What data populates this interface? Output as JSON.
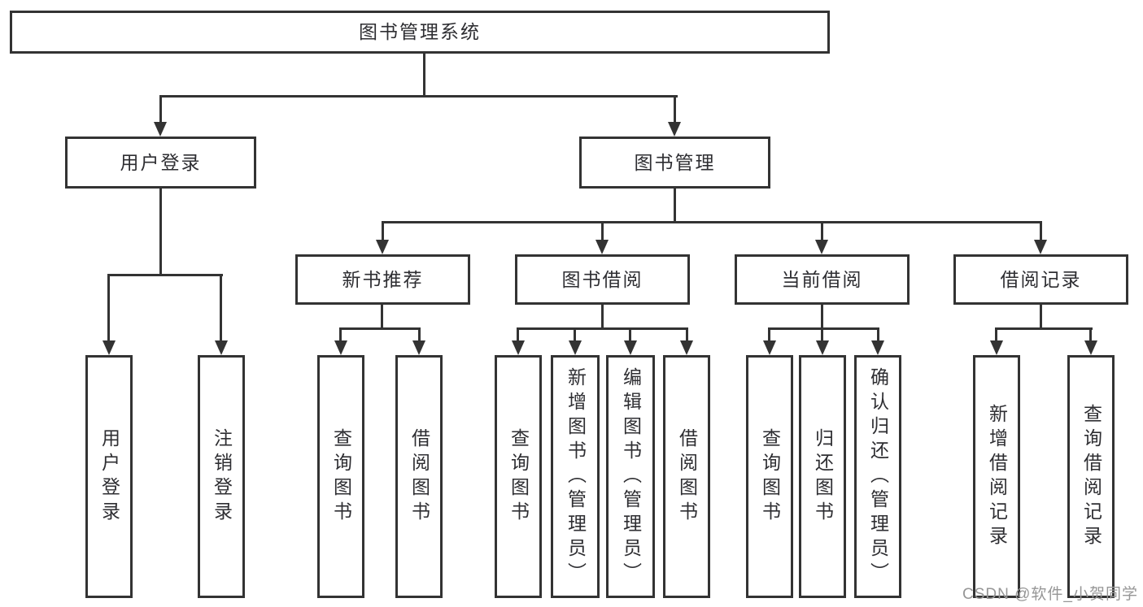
{
  "colors": {
    "background": "#ffffff",
    "line": "#333333",
    "box_border": "#333333",
    "text": "#2e2e32",
    "watermark": "#969696"
  },
  "watermark": {
    "text": "CSDN @软件_小贺同学"
  },
  "diagram": {
    "title": "图书管理系统",
    "nodes": [
      {
        "id": "root",
        "label": "图书管理系统",
        "orientation": "horizontal",
        "parent": null
      },
      {
        "id": "user-login",
        "label": "用户登录",
        "orientation": "horizontal",
        "parent": "root"
      },
      {
        "id": "book-mgmt",
        "label": "图书管理",
        "orientation": "horizontal",
        "parent": "root"
      },
      {
        "id": "new-book-rec",
        "label": "新书推荐",
        "orientation": "horizontal",
        "parent": "book-mgmt"
      },
      {
        "id": "book-borrow",
        "label": "图书借阅",
        "orientation": "horizontal",
        "parent": "book-mgmt"
      },
      {
        "id": "current-borrow",
        "label": "当前借阅",
        "orientation": "horizontal",
        "parent": "book-mgmt"
      },
      {
        "id": "borrow-records",
        "label": "借阅记录",
        "orientation": "horizontal",
        "parent": "book-mgmt"
      },
      {
        "id": "login",
        "label": "用户登录",
        "orientation": "vertical",
        "parent": "user-login"
      },
      {
        "id": "logout",
        "label": "注销登录",
        "orientation": "vertical",
        "parent": "user-login"
      },
      {
        "id": "nbr-query-books",
        "label": "查询图书",
        "orientation": "vertical",
        "parent": "new-book-rec"
      },
      {
        "id": "nbr-borrow-books",
        "label": "借阅图书",
        "orientation": "vertical",
        "parent": "new-book-rec"
      },
      {
        "id": "bb-query-books",
        "label": "查询图书",
        "orientation": "vertical",
        "parent": "book-borrow"
      },
      {
        "id": "bb-add-books",
        "label": "新增图书（管理员）",
        "orientation": "vertical",
        "parent": "book-borrow"
      },
      {
        "id": "bb-edit-books",
        "label": "编辑图书（管理员）",
        "orientation": "vertical",
        "parent": "book-borrow"
      },
      {
        "id": "bb-borrow-books",
        "label": "借阅图书",
        "orientation": "vertical",
        "parent": "book-borrow"
      },
      {
        "id": "cb-query-books",
        "label": "查询图书",
        "orientation": "vertical",
        "parent": "current-borrow"
      },
      {
        "id": "cb-return-books",
        "label": "归还图书",
        "orientation": "vertical",
        "parent": "current-borrow"
      },
      {
        "id": "cb-confirm-return",
        "label": "确认归还（管理员）",
        "orientation": "vertical",
        "parent": "current-borrow"
      },
      {
        "id": "br-add-record",
        "label": "新增借阅记录",
        "orientation": "vertical",
        "parent": "borrow-records"
      },
      {
        "id": "br-query-record",
        "label": "查询借阅记录",
        "orientation": "vertical",
        "parent": "borrow-records"
      }
    ]
  }
}
